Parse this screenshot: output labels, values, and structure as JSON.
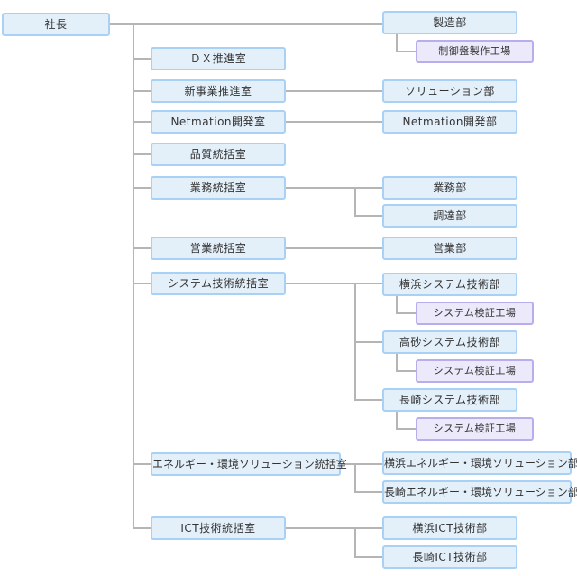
{
  "president": "社長",
  "manufacturing": {
    "label": "製造部",
    "sub": "制御盤製作工場"
  },
  "offices": [
    {
      "label": "ＤＸ推進室"
    },
    {
      "label": "新事業推進室",
      "depts": [
        "ソリューション部"
      ]
    },
    {
      "label": "Netmation開発室",
      "depts": [
        "Netmation開発部"
      ]
    },
    {
      "label": "品質統括室"
    },
    {
      "label": "業務統括室",
      "depts": [
        "業務部",
        "調達部"
      ]
    },
    {
      "label": "営業統括室",
      "depts": [
        "営業部"
      ]
    },
    {
      "label": "システム技術統括室",
      "depts": [
        "横浜システム技術部",
        "高砂システム技術部",
        "長崎システム技術部"
      ],
      "subs": [
        "システム検証工場",
        "システム検証工場",
        "システム検証工場"
      ]
    },
    {
      "label": "エネルギー・環境ソリューション統括室",
      "depts": [
        "横浜エネルギー・環境ソリューション部",
        "長崎エネルギー・環境ソリューション部"
      ]
    },
    {
      "label": "ICT技術統括室",
      "depts": [
        "横浜ICT技術部",
        "長崎ICT技術部"
      ]
    }
  ],
  "colors": {
    "box_fill": "#e3eff9",
    "box_border": "#a9d1f5",
    "sub_fill": "#ece9fb",
    "sub_border": "#b8aeee",
    "line": "#b5b5b5"
  }
}
